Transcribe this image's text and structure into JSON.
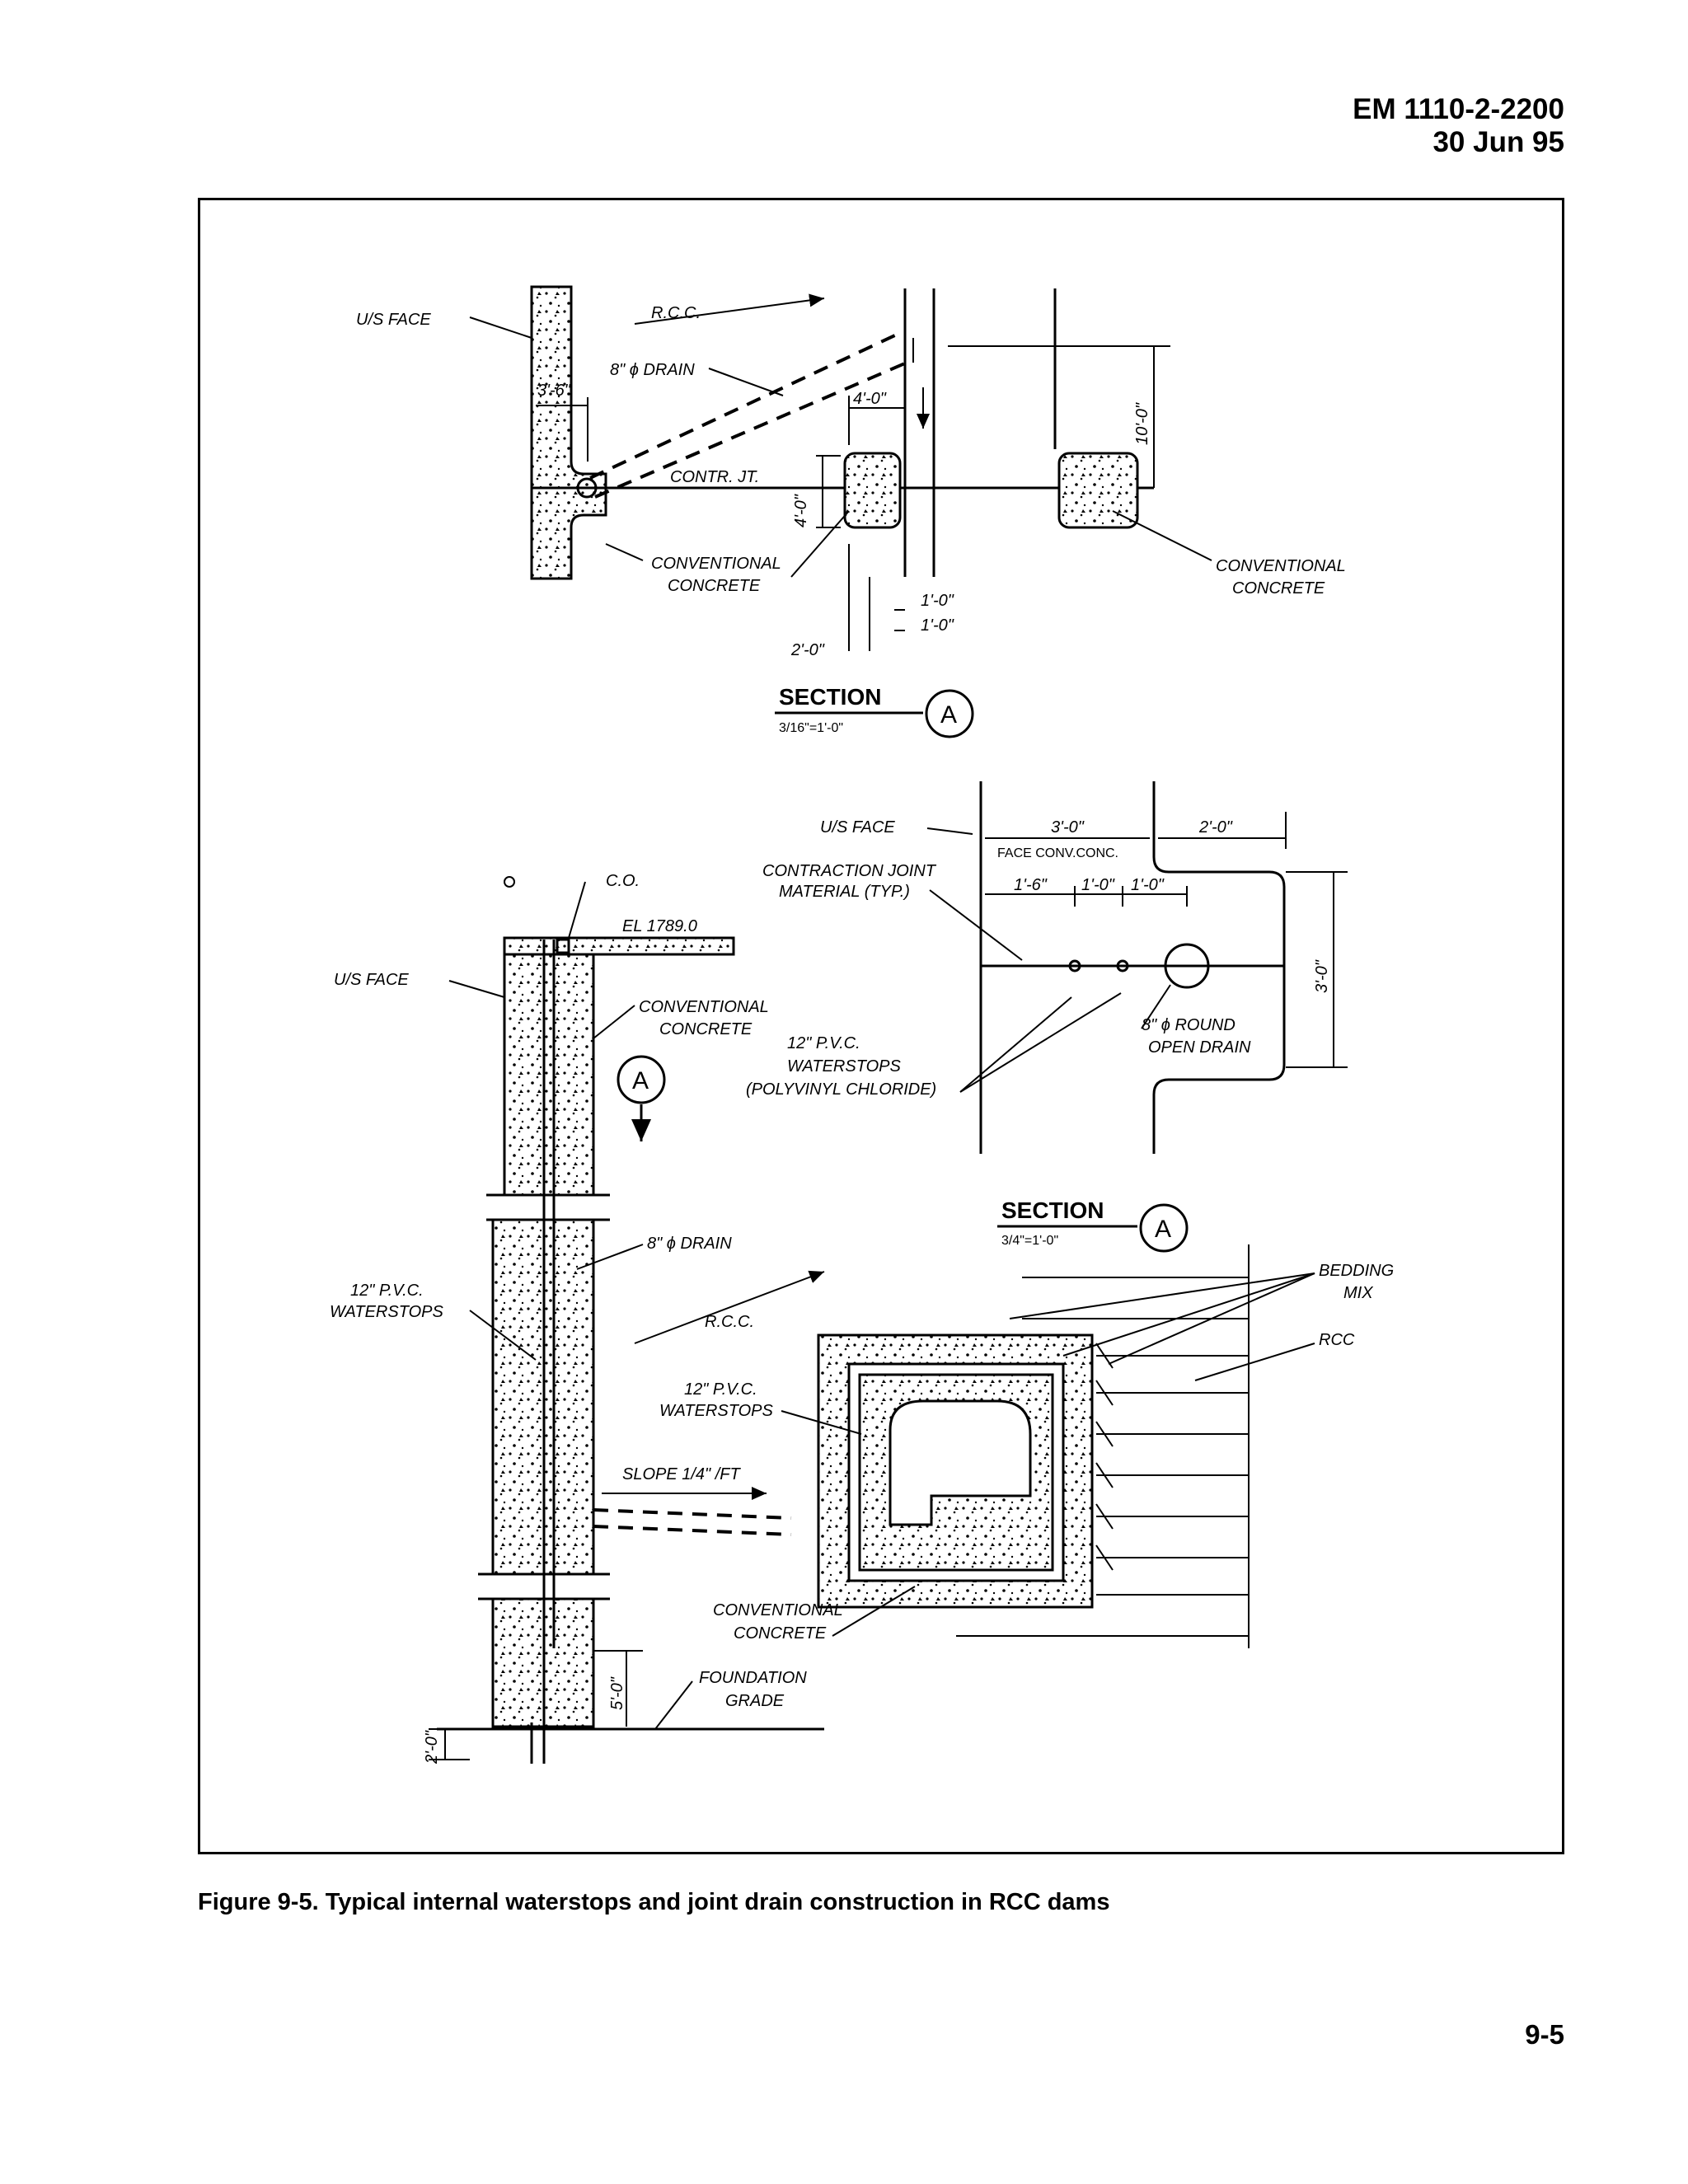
{
  "header": {
    "doc_number": "EM 1110-2-2200",
    "date": "30 Jun 95"
  },
  "figure": {
    "caption": "Figure 9-5.  Typical internal waterstops and joint drain construction in RCC dams",
    "top_section": {
      "us_face": "U/S FACE",
      "rcc": "R.C.C.",
      "drain": "8\" ϕ DRAIN",
      "dim_3_6": "3'-6\"",
      "dim_4_0": "4'-0\"",
      "dim_4_0_v": "4'-0\"",
      "dim_10_0": "10'-0\"",
      "contr_jt": "CONTR. JT.",
      "conv_concrete_1": "CONVENTIONAL",
      "conv_concrete_2": "CONCRETE",
      "dim_1_0_a": "1'-0\"",
      "dim_1_0_b": "1'-0\"",
      "dim_2_0": "2'-0\"",
      "section_title": "SECTION",
      "section_scale": "3/16\"=1'-0\"",
      "section_mark": "A"
    },
    "middle_section": {
      "us_face": "U/S FACE",
      "dim_3_0": "3'-0\"",
      "dim_2_0": "2'-0\"",
      "face_conv": "FACE CONV.CONC.",
      "contraction_1": "CONTRACTION JOINT",
      "contraction_2": "MATERIAL (TYP.)",
      "dim_1_6": "1'-6\"",
      "dim_1_0_a": "1'-0\"",
      "dim_1_0_b": "1'-0\"",
      "dim_3_0_v": "3'-0\"",
      "pvc_1": "12\" P.V.C.",
      "pvc_2": "WATERSTOPS",
      "pvc_3": "(POLYVINYL CHLORIDE)",
      "round_1": "8\" ϕ ROUND",
      "round_2": "OPEN DRAIN",
      "section_title": "SECTION",
      "section_scale": "3/4\"=1'-0\"",
      "section_mark": "A"
    },
    "elevation": {
      "co": "C.O.",
      "el": "EL 1789.0",
      "us_face": "U/S FACE",
      "conv_1": "CONVENTIONAL",
      "conv_2": "CONCRETE",
      "section_mark": "A",
      "drain": "8\" ϕ DRAIN",
      "pvc_1": "12\" P.V.C.",
      "pvc_2": "WATERSTOPS",
      "rcc": "R.C.C.",
      "slope": "SLOPE 1/4\" /FT",
      "dim_5_0": "5'-0\"",
      "dim_2_0": "2'-0\"",
      "foundation_1": "FOUNDATION",
      "foundation_2": "GRADE"
    },
    "gallery": {
      "pvc_1": "12\" P.V.C.",
      "pvc_2": "WATERSTOPS",
      "conv_1": "CONVENTIONAL",
      "conv_2": "CONCRETE",
      "bedding_1": "BEDDING",
      "bedding_2": "MIX",
      "rcc": "RCC"
    }
  }
}
